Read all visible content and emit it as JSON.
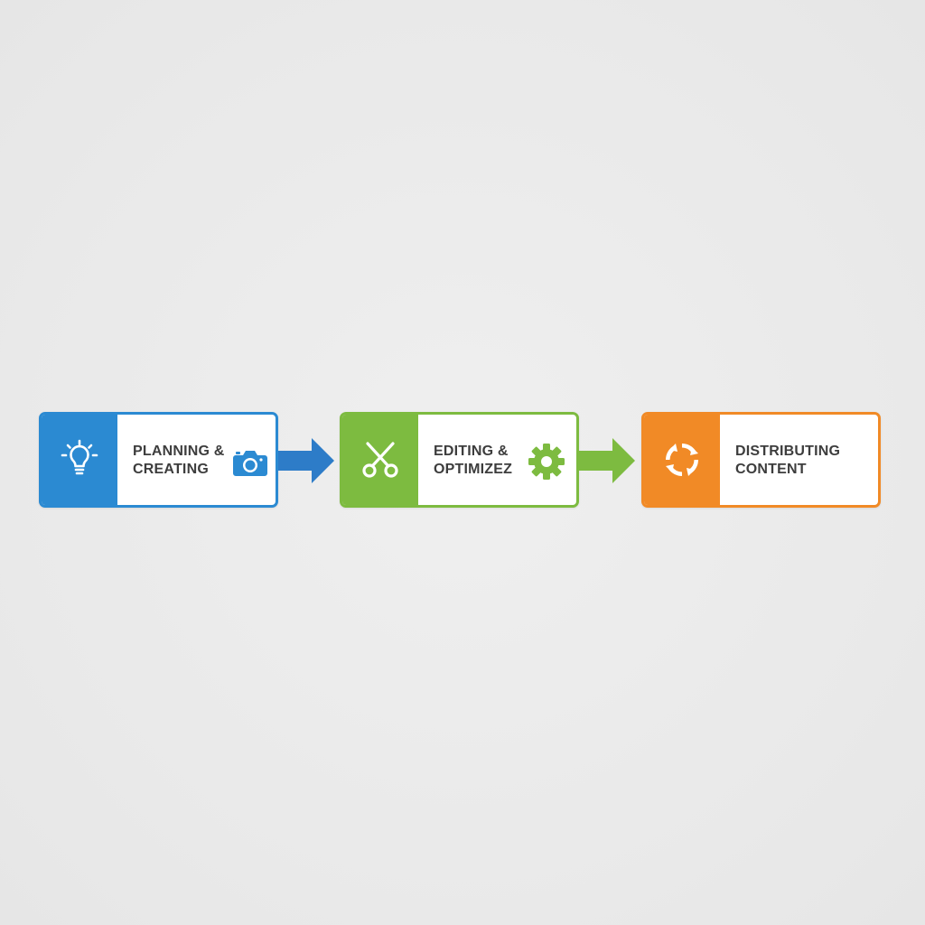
{
  "colors": {
    "blue": "#2b8ad2",
    "blue_arrow": "#2d7cc8",
    "green": "#7dbb40",
    "orange": "#f18a26",
    "text": "#3d3d3d"
  },
  "steps": [
    {
      "line1": "PLANNING &",
      "line2": "CREATING",
      "side_icon": "lightbulb-icon",
      "inline_icon": "camera-icon",
      "color": "#2b8ad2"
    },
    {
      "line1": "EDITING &",
      "line2": "OPTIMIZEZ",
      "side_icon": "scissors-icon",
      "inline_icon": "gear-icon",
      "color": "#7dbb40"
    },
    {
      "line1": "DISTRIBUTING",
      "line2": "CONTENT",
      "side_icon": "refresh-cycle-icon",
      "inline_icon": "",
      "color": "#f18a26"
    }
  ]
}
